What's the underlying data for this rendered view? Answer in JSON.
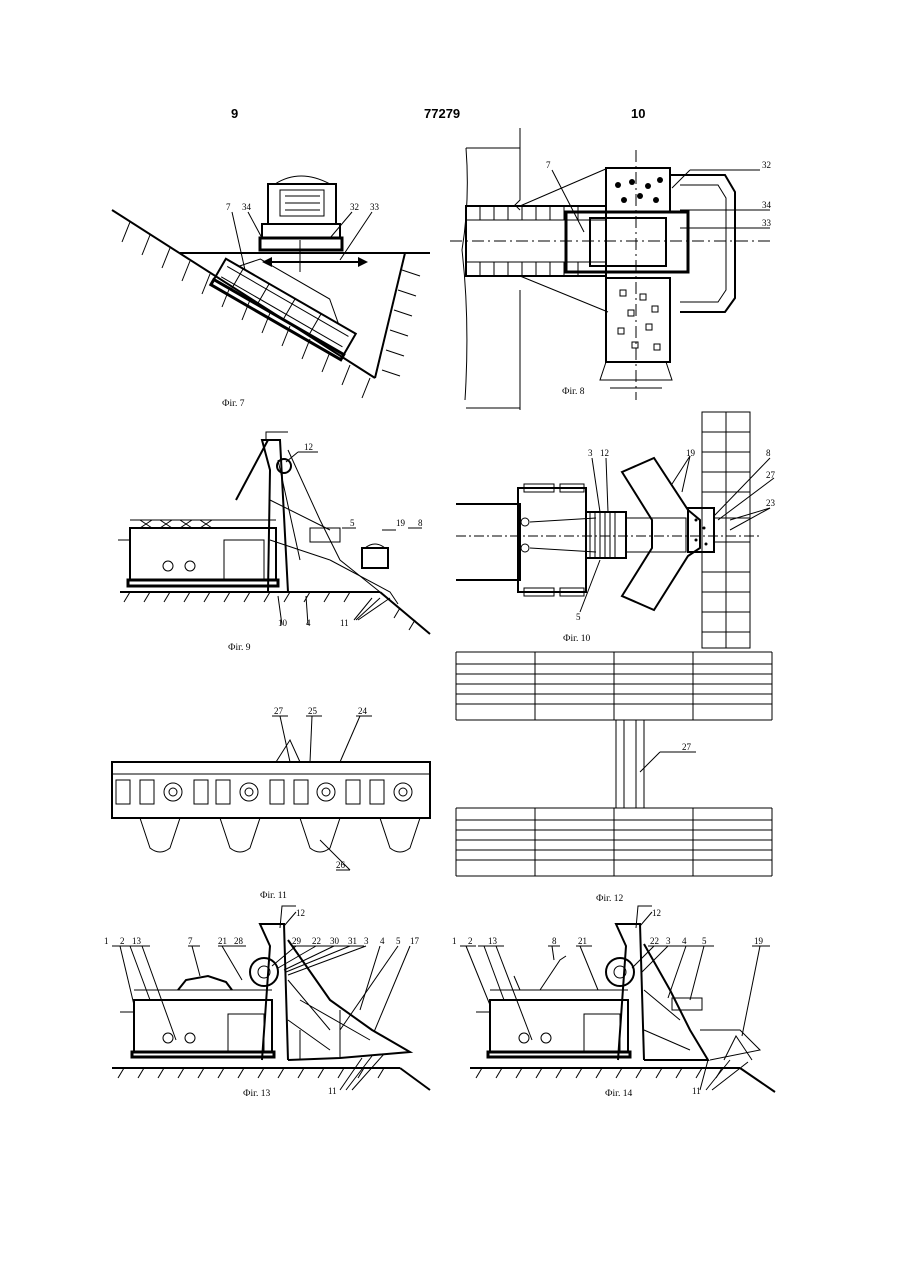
{
  "header": {
    "page_left": "9",
    "patent_no": "77279",
    "page_right": "10"
  },
  "figures": {
    "fig7": {
      "caption": "Фіг. 7",
      "labels": [
        "7",
        "34",
        "32",
        "33"
      ]
    },
    "fig8": {
      "caption": "Фіг. 8",
      "labels": [
        "7",
        "32",
        "34",
        "33"
      ]
    },
    "fig9": {
      "caption": "Фіг. 9",
      "labels": [
        "12",
        "5",
        "19",
        "8",
        "10",
        "4",
        "11"
      ]
    },
    "fig10": {
      "caption": "Фіг. 10",
      "labels": [
        "3",
        "12",
        "19",
        "8",
        "27",
        "23",
        "5"
      ]
    },
    "fig11": {
      "caption": "Фіг. 11",
      "labels": [
        "27",
        "25",
        "24",
        "26"
      ]
    },
    "fig12": {
      "caption": "Фіг. 12",
      "labels": [
        "27"
      ]
    },
    "fig13": {
      "caption": "Фіг. 13",
      "labels": [
        "1",
        "2",
        "13",
        "7",
        "21",
        "28",
        "29",
        "22",
        "30",
        "31",
        "3",
        "4",
        "5",
        "17",
        "12",
        "11"
      ]
    },
    "fig14": {
      "caption": "Фіг. 14",
      "labels": [
        "1",
        "2",
        "13",
        "8",
        "21",
        "22",
        "3",
        "4",
        "5",
        "19",
        "12",
        "11"
      ]
    }
  }
}
